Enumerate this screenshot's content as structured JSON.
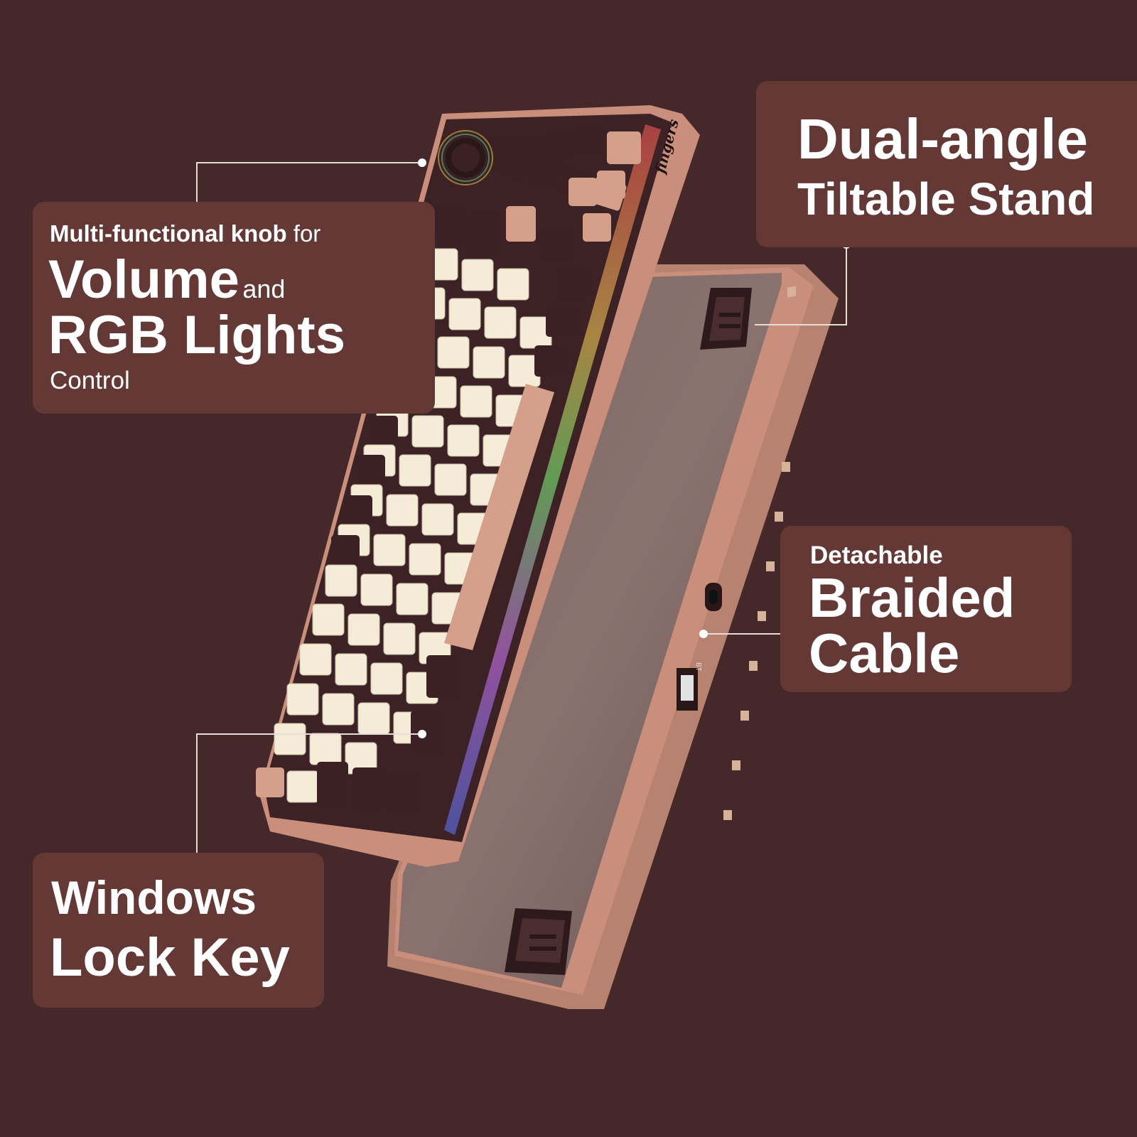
{
  "colors": {
    "background": "#45282a",
    "panel": "#633835",
    "keyboard_case": "#c58e7d",
    "keycap_cream": "#f4ecd6",
    "keycap_dark": "#3b2124",
    "keycap_pink": "#d4a08a"
  },
  "callouts": {
    "knob": {
      "line1_bold": "Multi-functional knob",
      "line1_regular": "for",
      "big1": "Volume",
      "big1_regular": "and",
      "big2": "RGB Lights",
      "line_last": "Control"
    },
    "stand": {
      "line1": "Dual-angle",
      "line2": "Tiltable Stand"
    },
    "cable": {
      "line1": "Detachable",
      "line2": "Braided",
      "line3": "Cable"
    },
    "winlock": {
      "line1": "Windows",
      "line2": "Lock Key"
    }
  },
  "product": {
    "brand_logo": "fingers",
    "switch_label": "BT"
  },
  "icons": {
    "knob": "rotary-knob-icon",
    "usb": "usb-port-icon",
    "switch": "mode-switch-icon"
  }
}
